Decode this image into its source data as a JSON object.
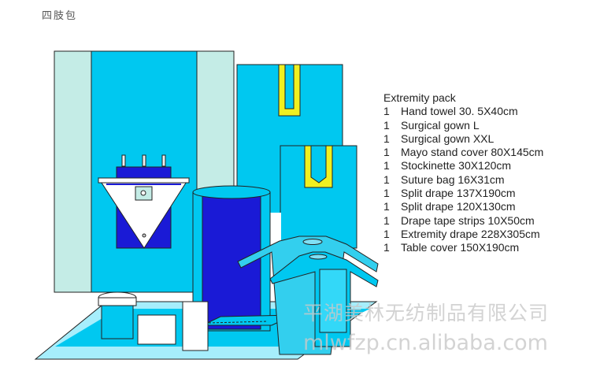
{
  "title": "四肢包",
  "pack": {
    "heading": "Extremity pack",
    "items": [
      {
        "qty": "1",
        "name": "Hand towel 30. 5X40cm"
      },
      {
        "qty": "1",
        "name": "Surgical gown L"
      },
      {
        "qty": "1",
        "name": "Surgical gown XXL"
      },
      {
        "qty": "1",
        "name": "Mayo stand cover 80X145cm"
      },
      {
        "qty": "1",
        "name": "Stockinette 30X120cm"
      },
      {
        "qty": "1",
        "name": "Suture bag 16X31cm"
      },
      {
        "qty": "1",
        "name": "Split drape 137X190cm"
      },
      {
        "qty": "1",
        "name": "Split drape 120X130cm"
      },
      {
        "qty": "1",
        "name": "Drape tape strips 10X50cm"
      },
      {
        "qty": "1",
        "name": "Extremity drape 228X305cm"
      },
      {
        "qty": "1",
        "name": "Table cover 150X190cm"
      }
    ]
  },
  "watermark": {
    "company": "平湖美林无纺制品有限公司",
    "site": "mlwfzp.cn.alibaba.com"
  },
  "colors": {
    "drape": "#00c8f0",
    "stripe": "#c4ece6",
    "dark": "#1a1ad6",
    "yellow": "#f0f020",
    "floor": "#a6eefc"
  }
}
